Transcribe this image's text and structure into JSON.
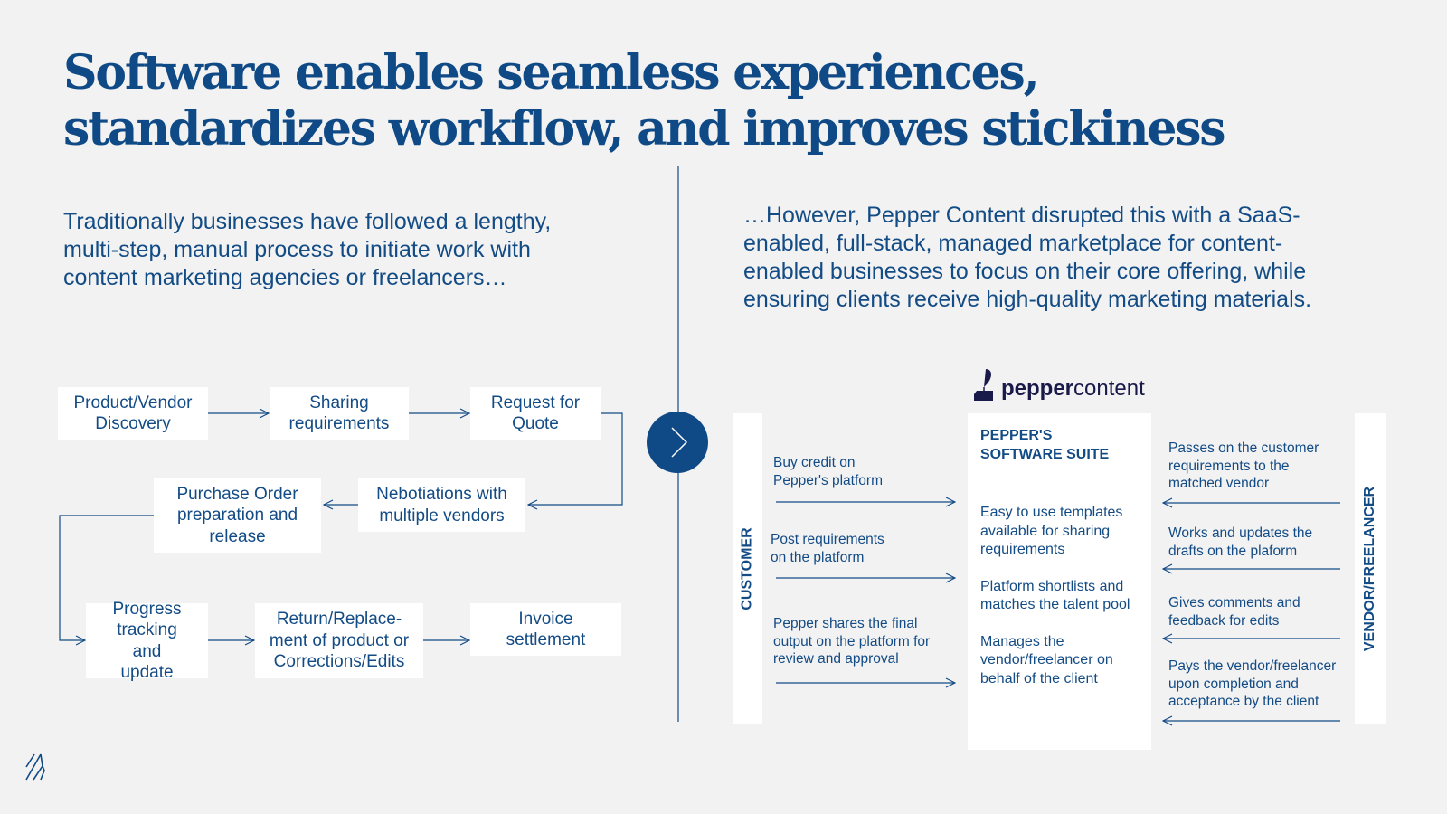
{
  "title": {
    "line1": "Software enables seamless experiences,",
    "line2": "standardizes workflow, and improves stickiness"
  },
  "left": {
    "intro": "Traditionally businesses have followed a lengthy, multi-step, manual process to initiate work with content marketing agencies or freelancers…",
    "steps": [
      "Product/Vendor Discovery",
      "Sharing requirements",
      "Request for Quote",
      "Nebotiations with multiple vendors",
      "Purchase Order preparation and release",
      "Progress tracking and update",
      "Return/Replace-ment of product or Corrections/Edits",
      "Invoice settlement"
    ]
  },
  "right": {
    "intro": "…However, Pepper Content disrupted this with a SaaS-enabled, full-stack, managed marketplace for content-enabled businesses to focus on their core offering, while ensuring clients receive high-quality marketing materials.",
    "logo": {
      "bold": "pepper",
      "light": "content"
    },
    "customer_label": "CUSTOMER",
    "vendor_label": "VENDOR/FREELANCER",
    "suite_title": "PEPPER'S SOFTWARE SUITE",
    "suite_items": [
      "Easy to use templates available for sharing requirements",
      "Platform shortlists and matches the talent pool",
      "Manages the vendor/freelancer on behalf of the client"
    ],
    "customer_actions": [
      "Buy credit on Pepper's platform",
      "Post requirements on the platform",
      "Pepper shares the final output on the platform for review and approval"
    ],
    "vendor_actions": [
      "Passes on the customer requirements to the matched vendor",
      "Works and updates the drafts on the plaform",
      "Gives comments and feedback for edits",
      "Pays the vendor/freelancer upon completion and acceptance by the client"
    ]
  },
  "colors": {
    "primary": "#0f4a86",
    "background": "#f2f2f2"
  }
}
